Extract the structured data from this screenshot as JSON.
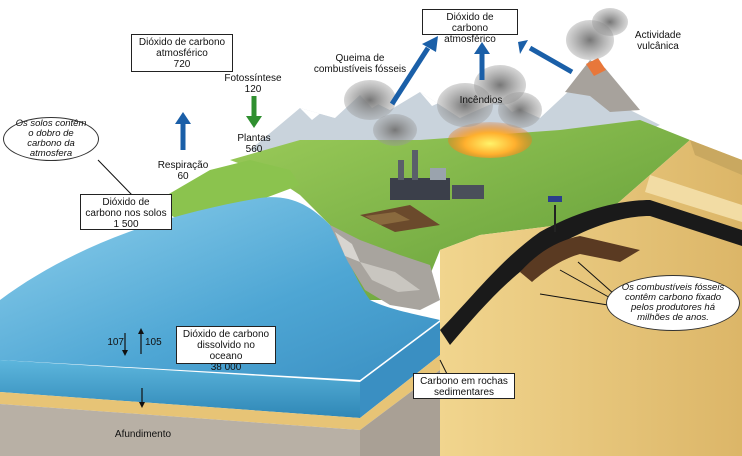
{
  "labels": {
    "co2_atm_left_title": "Dióxido de carbono atmosférico",
    "co2_atm_left_value": "720",
    "co2_atm_top_title": "Dióxido de carbono atmosférico",
    "volcano": "Actividade vulcânica",
    "fossil_fuel_burning": "Queima de combustíveis fósseis",
    "fires": "Incêndios",
    "photosynthesis": "Fotossíntese",
    "photosynthesis_value": "120",
    "plants": "Plantas",
    "plants_value": "560",
    "respiration": "Respiração",
    "respiration_value": "60",
    "soil_co2_title": "Dióxido de carbono nos solos",
    "soil_co2_value": "1 500",
    "soil_note": "Os solos contêm o dobro de carbono da atmosfera",
    "fossil_note": "Os combustíveis fósseis contêm carbono fixado pelos produtores há milhões de anos.",
    "ocean_co2_title": "Dióxido de carbono dissolvido no oceano",
    "ocean_co2_value": "38 000",
    "ocean_down_value": "107",
    "ocean_up_value": "105",
    "sedimentary": "Carbono em rochas sedimentares",
    "sinking": "Afundimento"
  },
  "colors": {
    "arrow_blue": "#1a5fa8",
    "arrow_green": "#2f8f2f",
    "ocean": "#5fb0d8",
    "land": "#7db84a",
    "sediment": "#e8c77a"
  }
}
